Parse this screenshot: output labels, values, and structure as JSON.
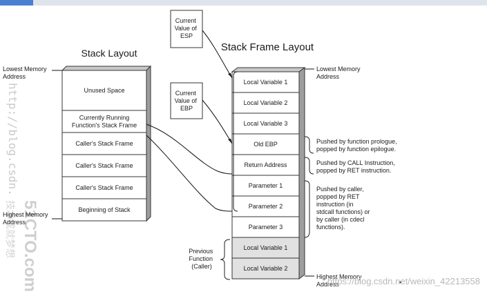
{
  "stack_layout": {
    "title": "Stack Layout",
    "lowest_label": "Lowest Memory Address",
    "highest_label": "Highest Memory Address",
    "rows": [
      "Unused Space",
      "Currently Running Function's Stack Frame",
      "Caller's Stack Frame",
      "Caller's Stack Frame",
      "Caller's Stack Frame",
      "Beginning of Stack"
    ]
  },
  "frame_layout": {
    "title": "Stack Frame Layout",
    "lowest_label": "Lowest Memory Address",
    "highest_label": "Highest Memory Address",
    "rows": [
      "Local Variable 1",
      "Local Variable 2",
      "Local Variable 3",
      "Old EBP",
      "Return Address",
      "Parameter 1",
      "Parameter 2",
      "Parameter 3",
      "Local Variable 1",
      "Local Variable 2"
    ],
    "previous_function_label": "Previous Function (Caller)",
    "annotations": {
      "old_ebp": "Pushed by function prologue, popped by function epilogue.",
      "return_address": "Pushed by CALL Instruction, popped by RET instruction.",
      "parameters": "Pushed by caller, popped by RET instruction (in stdcall functions) or by caller (in cdecl functions)."
    }
  },
  "pointers": {
    "esp": "Current Value of ESP",
    "ebp": "Current Value of EBP"
  },
  "watermarks": {
    "side_url": "http://blog.csdn.",
    "logo": "51CTO.com",
    "chinese": "技术成就梦想",
    "bottom": "https://blog.csdn.net/weixin_42213558"
  },
  "colors": {
    "box_fill": "#ffffff",
    "caller_box_fill": "#e1e1e1",
    "depth_face": "#9e9e9e",
    "top_face": "#c8c8c8",
    "top_bar_accent": "#4a7fd1"
  }
}
